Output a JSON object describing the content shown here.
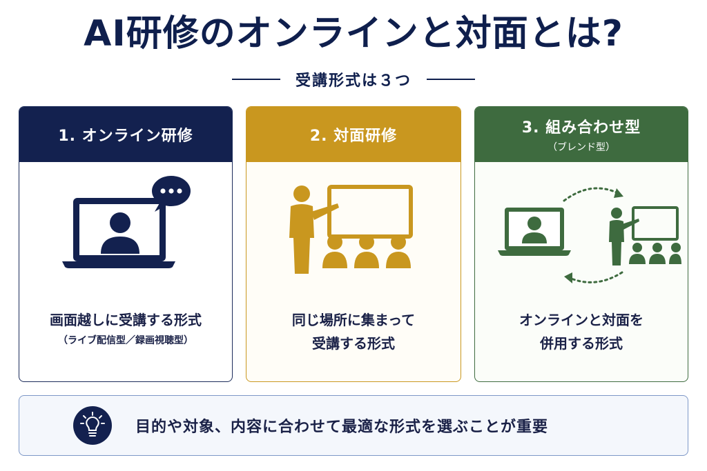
{
  "title": "AI研修のオンラインと対面とは?",
  "subtitle": "受講形式は３つ",
  "cards": [
    {
      "title": "1. オンライン研修",
      "subtitle": "",
      "icon": "laptop-chat-icon",
      "desc_line1": "画面越しに受講する形式",
      "desc_line2": "（ライブ配信型／録画視聴型）",
      "color": "#13214f"
    },
    {
      "title": "2. 対面研修",
      "subtitle": "",
      "icon": "teacher-audience-icon",
      "desc_line1": "同じ場所に集まって",
      "desc_line2": "受講する形式",
      "color": "#c9971f"
    },
    {
      "title": "3. 組み合わせ型",
      "subtitle": "（ブレンド型）",
      "icon": "blended-cycle-icon",
      "desc_line1": "オンラインと対面を",
      "desc_line2": "併用する形式",
      "color": "#3e6b3f"
    }
  ],
  "bottom": {
    "icon": "lightbulb-icon",
    "text": "目的や対象、内容に合わせて最適な形式を選ぶことが重要"
  }
}
